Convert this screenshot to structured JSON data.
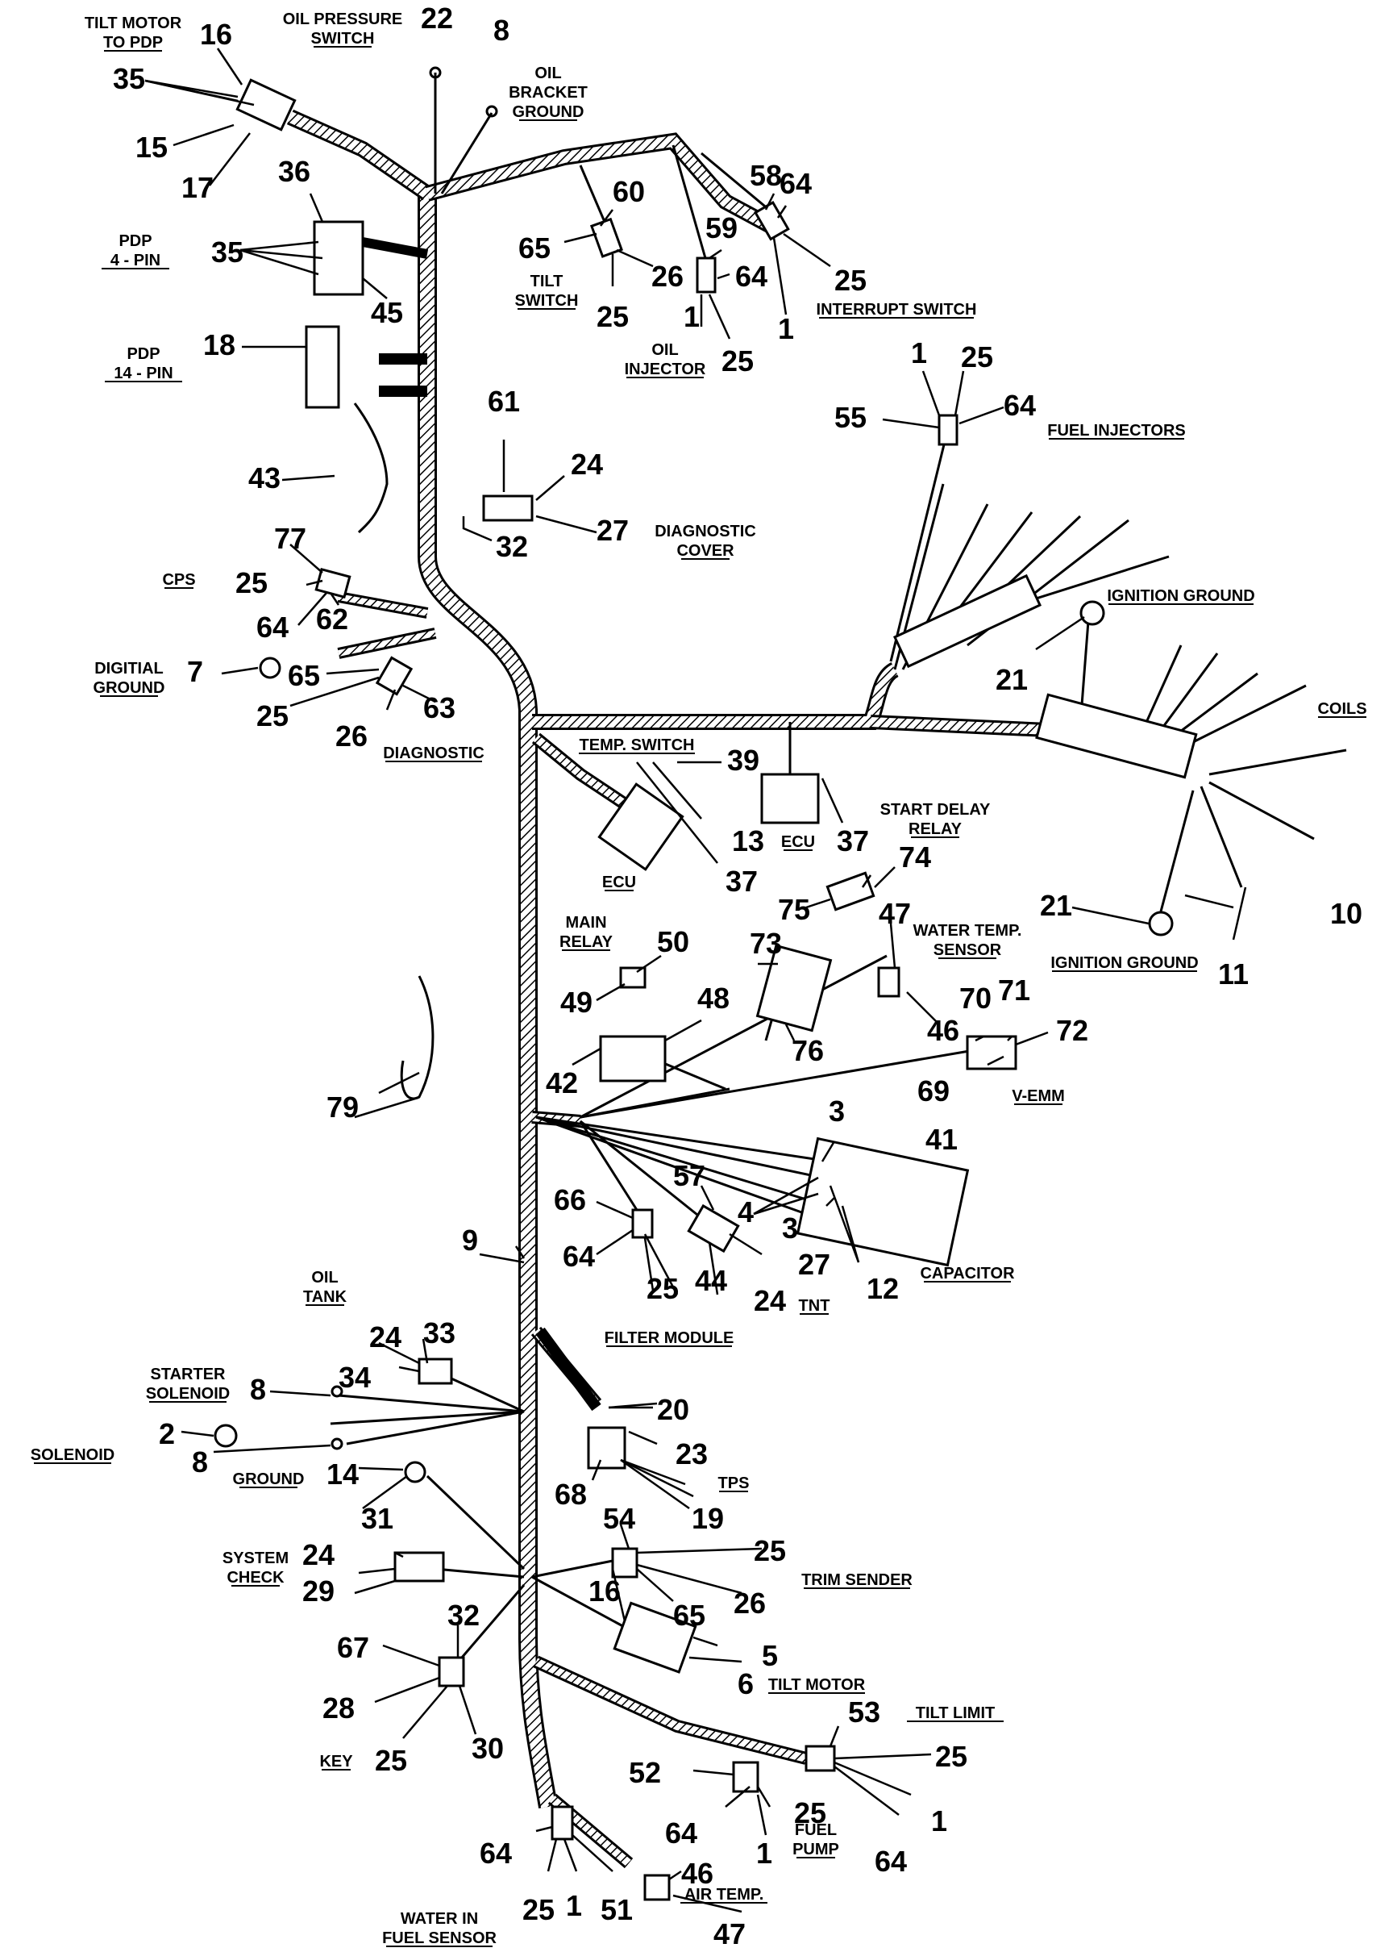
{
  "numbers": [
    {
      "id": "n16a",
      "text": "16"
    },
    {
      "id": "n35a",
      "text": "35"
    },
    {
      "id": "n15",
      "text": "15"
    },
    {
      "id": "n17",
      "text": "17"
    },
    {
      "id": "n22",
      "text": "22"
    },
    {
      "id": "n8a",
      "text": "8"
    },
    {
      "id": "n36",
      "text": "36"
    },
    {
      "id": "n35b",
      "text": "35"
    },
    {
      "id": "n45",
      "text": "45"
    },
    {
      "id": "n18",
      "text": "18"
    },
    {
      "id": "n43",
      "text": "43"
    },
    {
      "id": "n61",
      "text": "61"
    },
    {
      "id": "n24a",
      "text": "24"
    },
    {
      "id": "n27a",
      "text": "27"
    },
    {
      "id": "n32a",
      "text": "32"
    },
    {
      "id": "n77",
      "text": "77"
    },
    {
      "id": "n25a",
      "text": "25"
    },
    {
      "id": "n64a",
      "text": "64"
    },
    {
      "id": "n62",
      "text": "62"
    },
    {
      "id": "n7",
      "text": "7"
    },
    {
      "id": "n65a",
      "text": "65"
    },
    {
      "id": "n25b",
      "text": "25"
    },
    {
      "id": "n26a",
      "text": "26"
    },
    {
      "id": "n63",
      "text": "63"
    },
    {
      "id": "n60",
      "text": "60"
    },
    {
      "id": "n65b",
      "text": "65"
    },
    {
      "id": "n26b",
      "text": "26"
    },
    {
      "id": "n25c",
      "text": "25"
    },
    {
      "id": "n59",
      "text": "59"
    },
    {
      "id": "n64b",
      "text": "64"
    },
    {
      "id": "n1a",
      "text": "1"
    },
    {
      "id": "n25d",
      "text": "25"
    },
    {
      "id": "n58",
      "text": "58"
    },
    {
      "id": "n64c",
      "text": "64"
    },
    {
      "id": "n25e",
      "text": "25"
    },
    {
      "id": "n1b",
      "text": "1"
    },
    {
      "id": "n1c",
      "text": "1"
    },
    {
      "id": "n25f",
      "text": "25"
    },
    {
      "id": "n55",
      "text": "55"
    },
    {
      "id": "n64d",
      "text": "64"
    },
    {
      "id": "n21a",
      "text": "21"
    },
    {
      "id": "n39",
      "text": "39"
    },
    {
      "id": "n13",
      "text": "13"
    },
    {
      "id": "n37a",
      "text": "37"
    },
    {
      "id": "n37b",
      "text": "37"
    },
    {
      "id": "n74",
      "text": "74"
    },
    {
      "id": "n75",
      "text": "75"
    },
    {
      "id": "n47a",
      "text": "47"
    },
    {
      "id": "n21b",
      "text": "21"
    },
    {
      "id": "n10",
      "text": "10"
    },
    {
      "id": "n11",
      "text": "11"
    },
    {
      "id": "n50",
      "text": "50"
    },
    {
      "id": "n49",
      "text": "49"
    },
    {
      "id": "n73",
      "text": "73"
    },
    {
      "id": "n48",
      "text": "48"
    },
    {
      "id": "n42",
      "text": "42"
    },
    {
      "id": "n76",
      "text": "76"
    },
    {
      "id": "n46a",
      "text": "46"
    },
    {
      "id": "n70",
      "text": "70"
    },
    {
      "id": "n71",
      "text": "71"
    },
    {
      "id": "n72",
      "text": "72"
    },
    {
      "id": "n69",
      "text": "69"
    },
    {
      "id": "n79",
      "text": "79"
    },
    {
      "id": "n41",
      "text": "41"
    },
    {
      "id": "n3a",
      "text": "3"
    },
    {
      "id": "n4",
      "text": "4"
    },
    {
      "id": "n3b",
      "text": "3"
    },
    {
      "id": "n12",
      "text": "12"
    },
    {
      "id": "n57",
      "text": "57"
    },
    {
      "id": "n66",
      "text": "66"
    },
    {
      "id": "n64e",
      "text": "64"
    },
    {
      "id": "n25g",
      "text": "25"
    },
    {
      "id": "n44",
      "text": "44"
    },
    {
      "id": "n24b",
      "text": "24"
    },
    {
      "id": "n27b",
      "text": "27"
    },
    {
      "id": "n9",
      "text": "9"
    },
    {
      "id": "n33",
      "text": "33"
    },
    {
      "id": "n24c",
      "text": "24"
    },
    {
      "id": "n34",
      "text": "34"
    },
    {
      "id": "n8b",
      "text": "8"
    },
    {
      "id": "n2",
      "text": "2"
    },
    {
      "id": "n8c",
      "text": "8"
    },
    {
      "id": "n14",
      "text": "14"
    },
    {
      "id": "n20",
      "text": "20"
    },
    {
      "id": "n23",
      "text": "23"
    },
    {
      "id": "n68",
      "text": "68"
    },
    {
      "id": "n19",
      "text": "19"
    },
    {
      "id": "n31",
      "text": "31"
    },
    {
      "id": "n24d",
      "text": "24"
    },
    {
      "id": "n29",
      "text": "29"
    },
    {
      "id": "n54",
      "text": "54"
    },
    {
      "id": "n25h",
      "text": "25"
    },
    {
      "id": "n26c",
      "text": "26"
    },
    {
      "id": "n65c",
      "text": "65"
    },
    {
      "id": "n16b",
      "text": "16"
    },
    {
      "id": "n5",
      "text": "5"
    },
    {
      "id": "n6",
      "text": "6"
    },
    {
      "id": "n32b",
      "text": "32"
    },
    {
      "id": "n67",
      "text": "67"
    },
    {
      "id": "n28",
      "text": "28"
    },
    {
      "id": "n25i",
      "text": "25"
    },
    {
      "id": "n30",
      "text": "30"
    },
    {
      "id": "n53",
      "text": "53"
    },
    {
      "id": "n25j",
      "text": "25"
    },
    {
      "id": "n1d",
      "text": "1"
    },
    {
      "id": "n52",
      "text": "52"
    },
    {
      "id": "n25k",
      "text": "25"
    },
    {
      "id": "n64f",
      "text": "64"
    },
    {
      "id": "n1e",
      "text": "1"
    },
    {
      "id": "n64g",
      "text": "64"
    },
    {
      "id": "n64h",
      "text": "64"
    },
    {
      "id": "n25l",
      "text": "25"
    },
    {
      "id": "n1f",
      "text": "1"
    },
    {
      "id": "n51",
      "text": "51"
    },
    {
      "id": "n46b",
      "text": "46"
    },
    {
      "id": "n47b",
      "text": "47"
    }
  ],
  "labels": [
    {
      "id": "l_tilt_motor_to_pdp",
      "lines": [
        "TILT MOTOR",
        "TO PDP"
      ]
    },
    {
      "id": "l_oil_pressure_switch",
      "lines": [
        "OIL PRESSURE",
        "SWITCH"
      ]
    },
    {
      "id": "l_oil_bracket_ground",
      "lines": [
        "OIL",
        "BRACKET",
        "GROUND"
      ]
    },
    {
      "id": "l_pdp_4pin",
      "lines": [
        "PDP",
        "4 - PIN"
      ]
    },
    {
      "id": "l_pdp_14pin",
      "lines": [
        "PDP",
        "14 - PIN"
      ]
    },
    {
      "id": "l_tilt_switch",
      "lines": [
        "TILT",
        "SWITCH"
      ]
    },
    {
      "id": "l_oil_injector",
      "lines": [
        "OIL",
        "INJECTOR"
      ]
    },
    {
      "id": "l_interrupt_switch",
      "lines": [
        "INTERRUPT SWITCH"
      ]
    },
    {
      "id": "l_fuel_injectors",
      "lines": [
        "FUEL INJECTORS"
      ]
    },
    {
      "id": "l_diagnostic_cover",
      "lines": [
        "DIAGNOSTIC",
        "COVER"
      ]
    },
    {
      "id": "l_cps",
      "lines": [
        "CPS"
      ]
    },
    {
      "id": "l_digital_ground",
      "lines": [
        "DIGITIAL",
        "GROUND"
      ]
    },
    {
      "id": "l_diagnostic",
      "lines": [
        "DIAGNOSTIC"
      ]
    },
    {
      "id": "l_ignition_ground_top",
      "lines": [
        "IGNITION GROUND"
      ]
    },
    {
      "id": "l_coils",
      "lines": [
        "COILS"
      ]
    },
    {
      "id": "l_temp_switch",
      "lines": [
        "TEMP. SWITCH"
      ]
    },
    {
      "id": "l_ecu_small",
      "lines": [
        "ECU"
      ]
    },
    {
      "id": "l_ecu_large",
      "lines": [
        "ECU"
      ]
    },
    {
      "id": "l_start_delay_relay",
      "lines": [
        "START DELAY",
        "RELAY"
      ]
    },
    {
      "id": "l_water_temp_sensor",
      "lines": [
        "WATER TEMP.",
        "SENSOR"
      ]
    },
    {
      "id": "l_ignition_ground_mid",
      "lines": [
        "IGNITION GROUND"
      ]
    },
    {
      "id": "l_main_relay",
      "lines": [
        "MAIN",
        "RELAY"
      ]
    },
    {
      "id": "l_vemm",
      "lines": [
        "V-EMM"
      ]
    },
    {
      "id": "l_capacitor",
      "lines": [
        "CAPACITOR"
      ]
    },
    {
      "id": "l_tnt",
      "lines": [
        "TNT"
      ]
    },
    {
      "id": "l_filter_module",
      "lines": [
        "FILTER MODULE"
      ]
    },
    {
      "id": "l_oil_tank",
      "lines": [
        "OIL",
        "TANK"
      ]
    },
    {
      "id": "l_starter_solenoid",
      "lines": [
        "STARTER",
        "SOLENOID"
      ]
    },
    {
      "id": "l_solenoid",
      "lines": [
        "SOLENOID"
      ]
    },
    {
      "id": "l_ground",
      "lines": [
        "GROUND"
      ]
    },
    {
      "id": "l_tps",
      "lines": [
        "TPS"
      ]
    },
    {
      "id": "l_system_check",
      "lines": [
        "SYSTEM",
        "CHECK"
      ]
    },
    {
      "id": "l_trim_sender",
      "lines": [
        "TRIM SENDER"
      ]
    },
    {
      "id": "l_tilt_motor",
      "lines": [
        "TILT MOTOR"
      ]
    },
    {
      "id": "l_key",
      "lines": [
        "KEY"
      ]
    },
    {
      "id": "l_tilt_limit",
      "lines": [
        "TILT LIMIT"
      ]
    },
    {
      "id": "l_fuel_pump",
      "lines": [
        "FUEL",
        "PUMP"
      ]
    },
    {
      "id": "l_water_in_fuel_sensor",
      "lines": [
        "WATER IN",
        "FUEL SENSOR"
      ]
    },
    {
      "id": "l_air_temp",
      "lines": [
        "AIR TEMP."
      ]
    }
  ]
}
